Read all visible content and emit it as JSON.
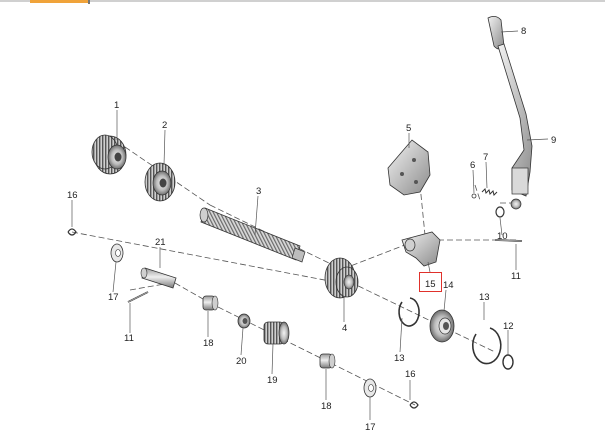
{
  "diagram": {
    "callouts": {
      "c1": "1",
      "c2": "2",
      "c3": "3",
      "c4": "4",
      "c5": "5",
      "c6": "6",
      "c7": "7",
      "c8": "8",
      "c9": "9",
      "c10": "10",
      "c11a": "11",
      "c11b": "11",
      "c12": "12",
      "c13a": "13",
      "c13b": "13",
      "c14": "14",
      "c15": "15",
      "c16a": "16",
      "c16b": "16",
      "c17a": "17",
      "c17b": "17",
      "c18a": "18",
      "c18b": "18",
      "c19": "19",
      "c20": "20",
      "c21": "21"
    },
    "highlight_color": "#e0312b",
    "accent_tab_color": "#f0a33a"
  }
}
